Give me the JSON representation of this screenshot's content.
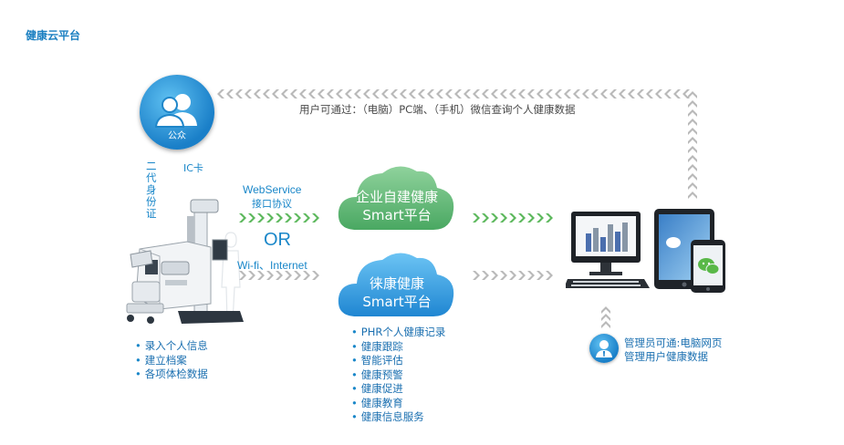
{
  "title": "健康云平台",
  "public_node": {
    "label": "公众"
  },
  "left_channel": {
    "ic_card": "IC卡",
    "id_card": "二代身份证"
  },
  "protocol": {
    "webservice": "WebService",
    "interface": "接口协议",
    "or": "OR",
    "wifi": "Wi-fi、Internet"
  },
  "cloud_enterprise": {
    "line1": "企业自建健康",
    "line2": "Smart平台"
  },
  "cloud_laikang": {
    "line1": "徕康健康",
    "line2": "Smart平台"
  },
  "top_route": {
    "text": "用户可通过：（电脑）PC端、（手机）微信查询个人健康数据"
  },
  "device_features": [
    "录入个人信息",
    "建立档案",
    "各项体检数据"
  ],
  "platform_features": [
    "PHR个人健康记录",
    "健康跟踪",
    "智能评估",
    "健康预警",
    "健康促进",
    "健康教育",
    "健康信息服务"
  ],
  "admin": {
    "line1": "管理员可通:电脑网页",
    "line2": "管理用户健康数据"
  },
  "colors": {
    "accent": "#1a87c9",
    "green_cloud": "#5db877",
    "blue_cloud": "#2f9be0",
    "arrow_green": "#5cb85c",
    "arrow_gray": "#b9b9b9"
  }
}
